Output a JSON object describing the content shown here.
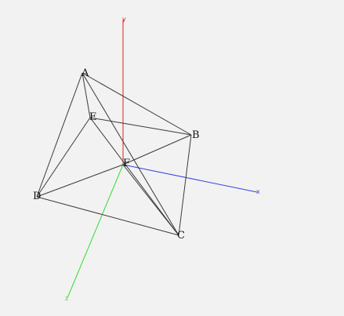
{
  "colors": {
    "background": "#f2f2f2",
    "edge": "#3a3a3a",
    "axis_x": "#3344dd",
    "axis_y": "#dd2222",
    "axis_z": "#33dd33"
  },
  "axes": {
    "x_label": "x",
    "y_label": "y",
    "z_label": "z"
  },
  "vertices": {
    "A": "A",
    "B": "B",
    "C": "C",
    "D": "D",
    "E": "E",
    "F": "F"
  }
}
